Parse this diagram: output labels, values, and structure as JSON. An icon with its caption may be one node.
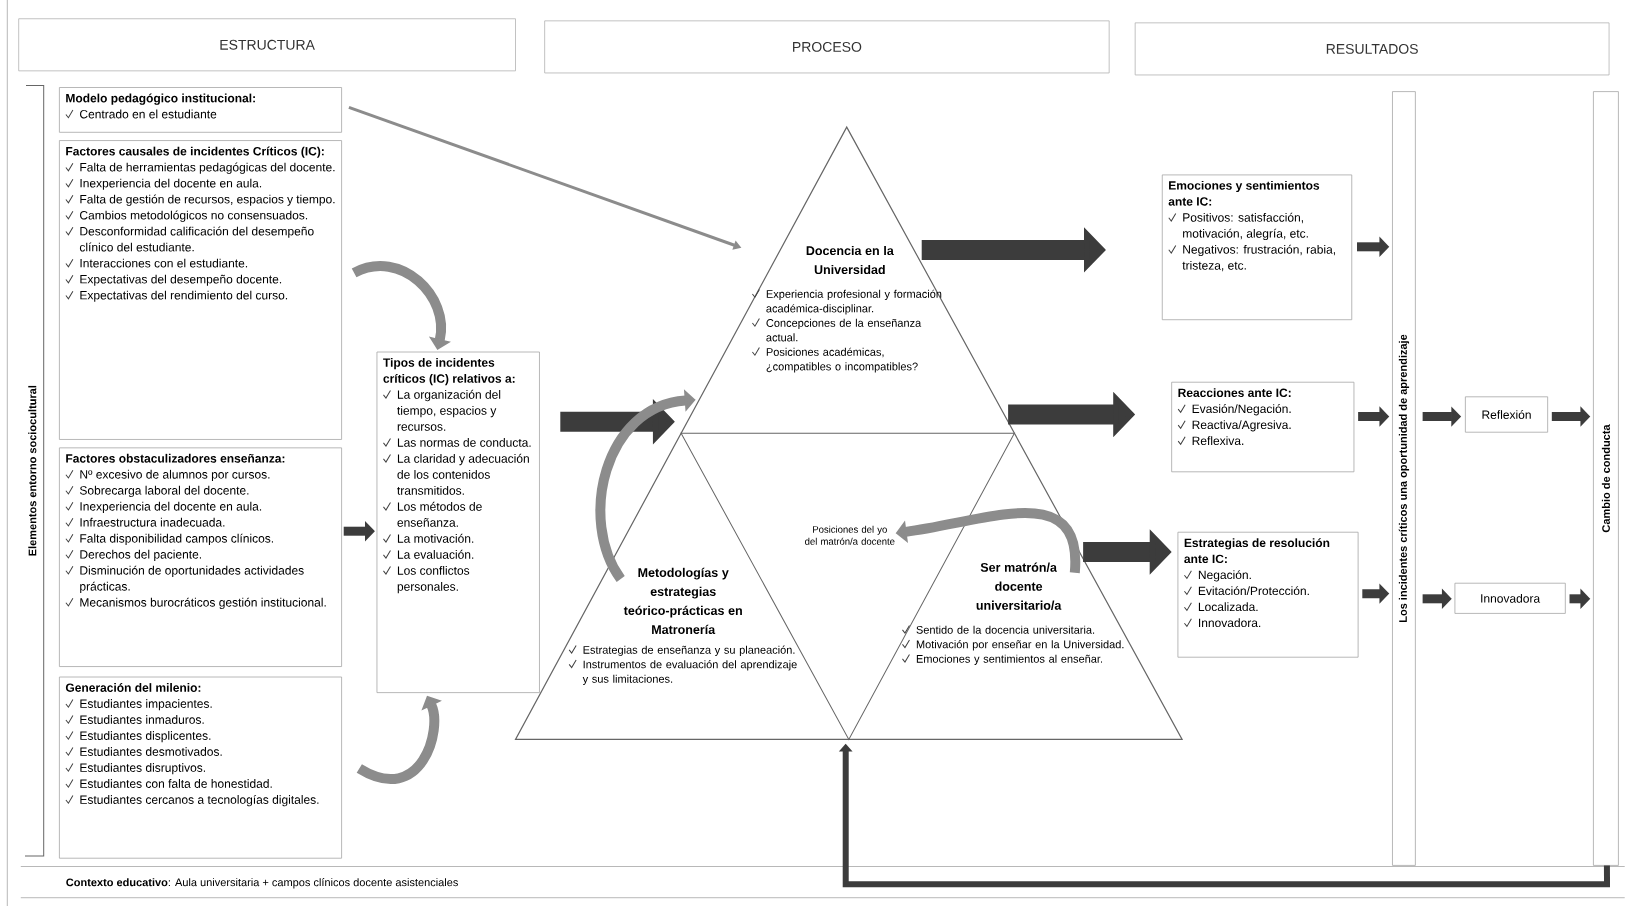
{
  "diagram": {
    "nodes": [
      {
        "text": [
          "ESTRUCTURA"
        ]
      },
      {
        "text": [
          "PROCESO"
        ]
      },
      {
        "text": [
          "RESULTADOS"
        ]
      },
      {
        "text": [
          "Modelo pedagógico institucional:",
          "Centrado en el estudiante"
        ]
      },
      {
        "text": [
          "Factores causales de incidentes Críticos (IC):",
          "Falta de herramientas pedagógicas del docente.",
          "Inexperiencia del docente en aula.",
          "Falta de gestión de recursos, espacios y tiempo.",
          "Cambios metodológicos no consensuados.",
          "Desconformidad calificación del desempeño clínico del estudiante.",
          "Interacciones con el estudiante.",
          "Expectativas del desempeño docente.",
          "Expectativas del rendimiento del curso."
        ]
      },
      {
        "text": [
          "Factores obstaculizadores enseñanza:",
          "Nº excesivo de alumnos por cursos.",
          "Sobrecarga laboral del docente.",
          "Inexperiencia del docente en aula.",
          "Infraestructura inadecuada.",
          "Falta disponibilidad campos clínicos.",
          "Derechos del paciente.",
          "Disminución de oportunidades actividades prácticas.",
          "Mecanismos burocráticos gestión institucional."
        ]
      },
      {
        "text": [
          "Generación del milenio:",
          "Estudiantes impacientes.",
          "Estudiantes inmaduros.",
          "Estudiantes displicentes.",
          "Estudiantes desmotivados.",
          "Estudiantes disruptivos.",
          "Estudiantes con falta de honestidad.",
          "Estudiantes cercanos a tecnologías digitales."
        ]
      },
      {
        "text": [
          "Tipos de incidentes críticos (IC) relativos a:",
          "La organización del tiempo, espacios y recursos.",
          "Las normas de conducta.",
          "La claridad y adecuación de los contenidos transmitidos.",
          "Los métodos de enseñanza.",
          "La motivación.",
          "La evaluación.",
          "Los conflictos personales."
        ]
      },
      {
        "text": [],
        "shape": "triangle"
      },
      {
        "text": [
          "Docencia en la Universidad",
          "Experiencia profesional y formación académica-disciplinar.",
          "Concepciones de la enseñanza actual.",
          "Posiciones académicas, ¿compatibles o incompatibles?"
        ],
        "in": 8
      },
      {
        "text": [
          "Posiciones del yo del matrón/a docente"
        ],
        "in": 8
      },
      {
        "text": [
          "Metodologías y estrategias teórico-prácticas en Matronería",
          "Estrategias de enseñanza y su planeación.",
          "Instrumentos de evaluación del aprendizaje y sus limitaciones."
        ],
        "in": 8
      },
      {
        "text": [
          "Ser matrón/a docente universitario/a",
          "Sentido de la docencia universitaria.",
          "Motivación por enseñar en la Universidad.",
          "Emociones y sentimientos al enseñar."
        ],
        "in": 8
      },
      {
        "text": [
          "Emociones y sentimientos ante IC:",
          "Positivos: satisfacción, motivación, alegría, etc.",
          "Negativos: frustración, rabia, tristeza, etc."
        ]
      },
      {
        "text": [
          "Reacciones ante IC:",
          "Evasión/Negación.",
          "Reactiva/Agresiva.",
          "Reflexiva."
        ]
      },
      {
        "text": [
          "Estrategias de resolución ante IC:",
          "Negación.",
          "Evitación/Protección.",
          "Localizada.",
          "Innovadora."
        ]
      },
      {
        "text": [
          "Los incidentes críticos una oportunidad de aprendizaje"
        ]
      },
      {
        "text": [
          "Reflexión"
        ]
      },
      {
        "text": [
          "Innovadora"
        ]
      },
      {
        "text": [
          "Cambio de conducta"
        ]
      }
    ],
    "edges": [
      {
        "from": 4,
        "to": 7,
        "arrow": "to",
        "color": "#8c8c8c"
      },
      {
        "from": 6,
        "to": 7,
        "arrow": "to",
        "color": "#8c8c8c"
      },
      {
        "from": 5,
        "to": 7,
        "arrow": "to"
      },
      {
        "from": 3,
        "to": 9,
        "arrow": "to",
        "color": "#8c8c8c"
      },
      {
        "from": 7,
        "to": 8,
        "arrow": "to",
        "style": "thick"
      },
      {
        "from": 11,
        "to": 9,
        "arrow": "to",
        "color": "#8c8c8c"
      },
      {
        "from": 12,
        "to": 10,
        "arrow": "to",
        "color": "#8c8c8c"
      },
      {
        "from": 8,
        "to": 13,
        "arrow": "to",
        "style": "thick"
      },
      {
        "from": 8,
        "to": 14,
        "arrow": "to",
        "style": "thick"
      },
      {
        "from": 8,
        "to": 15,
        "arrow": "to",
        "style": "thick"
      },
      {
        "from": 13,
        "to": 16,
        "arrow": "to"
      },
      {
        "from": 14,
        "to": 16,
        "arrow": "to"
      },
      {
        "from": 15,
        "to": 16,
        "arrow": "to"
      },
      {
        "from": 16,
        "to": 17,
        "arrow": "to"
      },
      {
        "from": 16,
        "to": 18,
        "arrow": "to"
      },
      {
        "from": 17,
        "to": 19,
        "arrow": "to"
      },
      {
        "from": 18,
        "to": 19,
        "arrow": "to"
      },
      {
        "from": 19,
        "to": 8,
        "arrow": "to"
      }
    ],
    "labels": [
      "Elementos entorno sociocultural",
      "**Contexto educativo**: Aula universitaria + campos clínicos docente asistenciales"
    ]
  }
}
